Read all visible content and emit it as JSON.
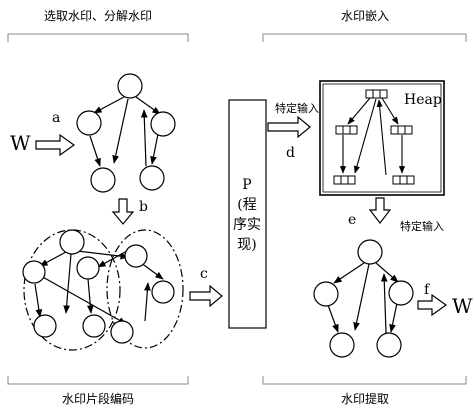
{
  "captions": {
    "top_left": "选取水印、分解水印",
    "top_right": "水印嵌入",
    "bottom_left": "水印片段编码",
    "bottom_right": "水印提取"
  },
  "labels": {
    "w_in": "W",
    "w_out": "W",
    "a": "a",
    "b": "b",
    "c": "c",
    "d": "d",
    "e": "e",
    "f": "f",
    "specific_input_top": "特定输入",
    "specific_input_bottom": "特定输入",
    "heap": "Heap"
  },
  "program_box": {
    "line1": "P",
    "line2": "(程",
    "line3": "序实",
    "line4": "现)"
  }
}
